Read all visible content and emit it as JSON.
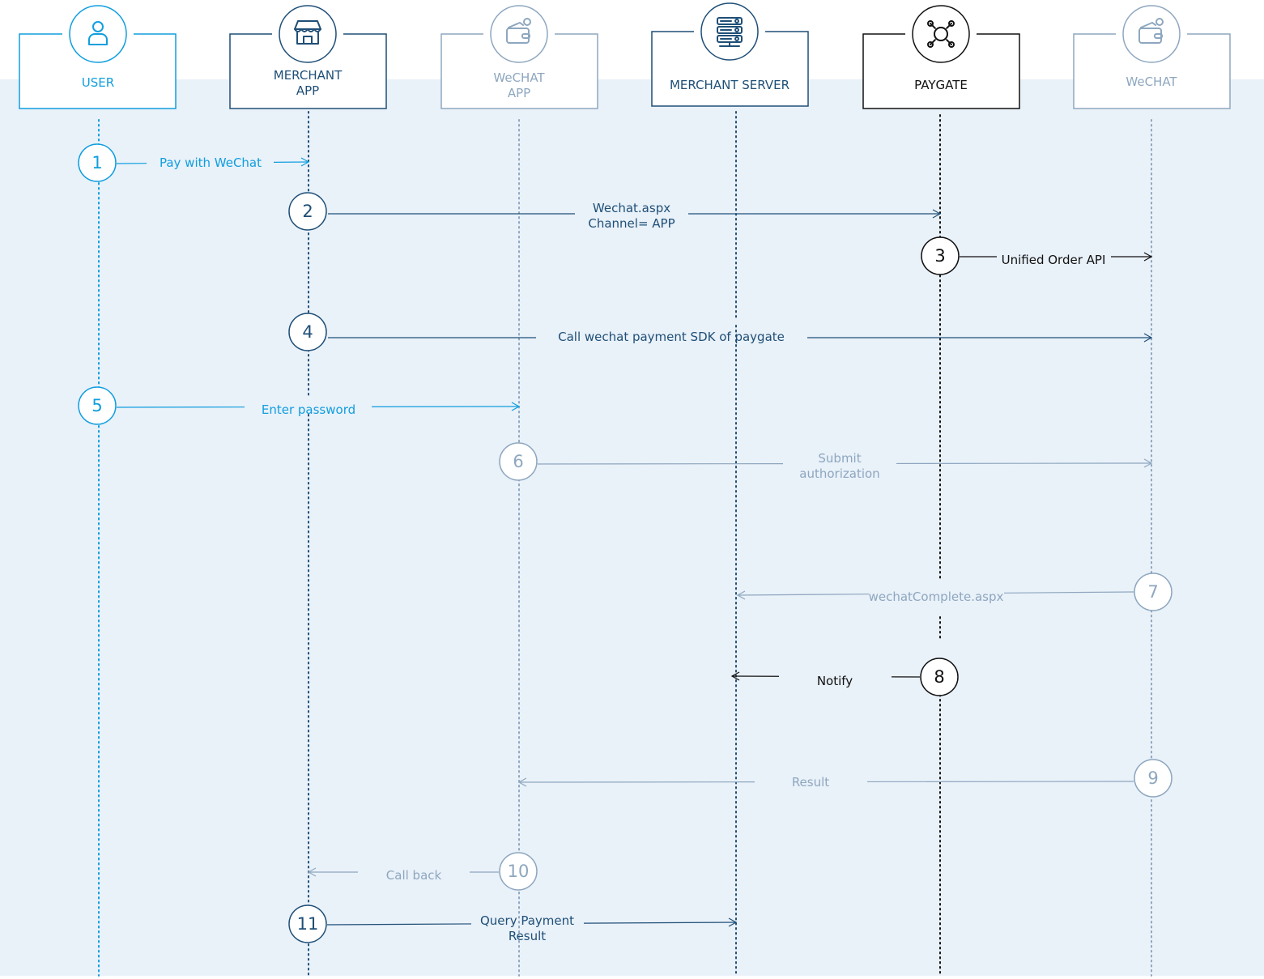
{
  "participants": [
    {
      "id": "user",
      "label_lines": [
        "USER"
      ],
      "icon": "user-icon",
      "tone": "user"
    },
    {
      "id": "merchant-app",
      "label_lines": [
        "MERCHANT",
        "APP"
      ],
      "icon": "storefront-icon",
      "tone": "dark"
    },
    {
      "id": "wechat-app",
      "label_lines": [
        "WeCHAT",
        "APP"
      ],
      "icon": "wallet-icon",
      "tone": "light"
    },
    {
      "id": "merchant-server",
      "label_lines": [
        "MERCHANT SERVER"
      ],
      "icon": "server-icon",
      "tone": "dark"
    },
    {
      "id": "paygate",
      "label_lines": [
        "PAYGATE"
      ],
      "icon": "network-hub-icon",
      "tone": "black"
    },
    {
      "id": "wechat",
      "label_lines": [
        "WeCHAT"
      ],
      "icon": "wallet-icon",
      "tone": "light"
    }
  ],
  "steps": [
    {
      "number": "1",
      "from": "user",
      "to": "merchant-app",
      "label_lines": [
        "Pay with WeChat"
      ],
      "tone": "user"
    },
    {
      "number": "2",
      "from": "merchant-app",
      "to": "paygate",
      "label_lines": [
        "Wechat.aspx",
        "Channel= APP"
      ],
      "tone": "dark"
    },
    {
      "number": "3",
      "from": "paygate",
      "to": "wechat",
      "label_lines": [
        "Unified Order API"
      ],
      "tone": "black"
    },
    {
      "number": "4",
      "from": "merchant-app",
      "to": "wechat",
      "label_lines": [
        "Call wechat payment SDK of paygate"
      ],
      "tone": "dark"
    },
    {
      "number": "5",
      "from": "user",
      "to": "wechat-app",
      "label_lines": [
        "Enter password"
      ],
      "tone": "user"
    },
    {
      "number": "6",
      "from": "wechat-app",
      "to": "wechat",
      "label_lines": [
        "Submit",
        "authorization"
      ],
      "tone": "light"
    },
    {
      "number": "7",
      "from": "wechat",
      "to": "merchant-server",
      "label_lines": [
        "wechatComplete.aspx"
      ],
      "tone": "light"
    },
    {
      "number": "8",
      "from": "paygate",
      "to": "merchant-server",
      "label_lines": [
        "Notify"
      ],
      "tone": "black"
    },
    {
      "number": "9",
      "from": "wechat",
      "to": "wechat-app",
      "label_lines": [
        "Result"
      ],
      "tone": "light"
    },
    {
      "number": "10",
      "from": "wechat-app",
      "to": "merchant-app",
      "label_lines": [
        "Call back"
      ],
      "tone": "light"
    },
    {
      "number": "11",
      "from": "merchant-app",
      "to": "merchant-server",
      "label_lines": [
        "Query Payment",
        "Result"
      ],
      "tone": "dark"
    }
  ],
  "colors": {
    "user": "#109ede",
    "dark": "#1f4f77",
    "light": "#8ea7bf",
    "black": "#111111",
    "background_band": "#e9f1f9"
  }
}
